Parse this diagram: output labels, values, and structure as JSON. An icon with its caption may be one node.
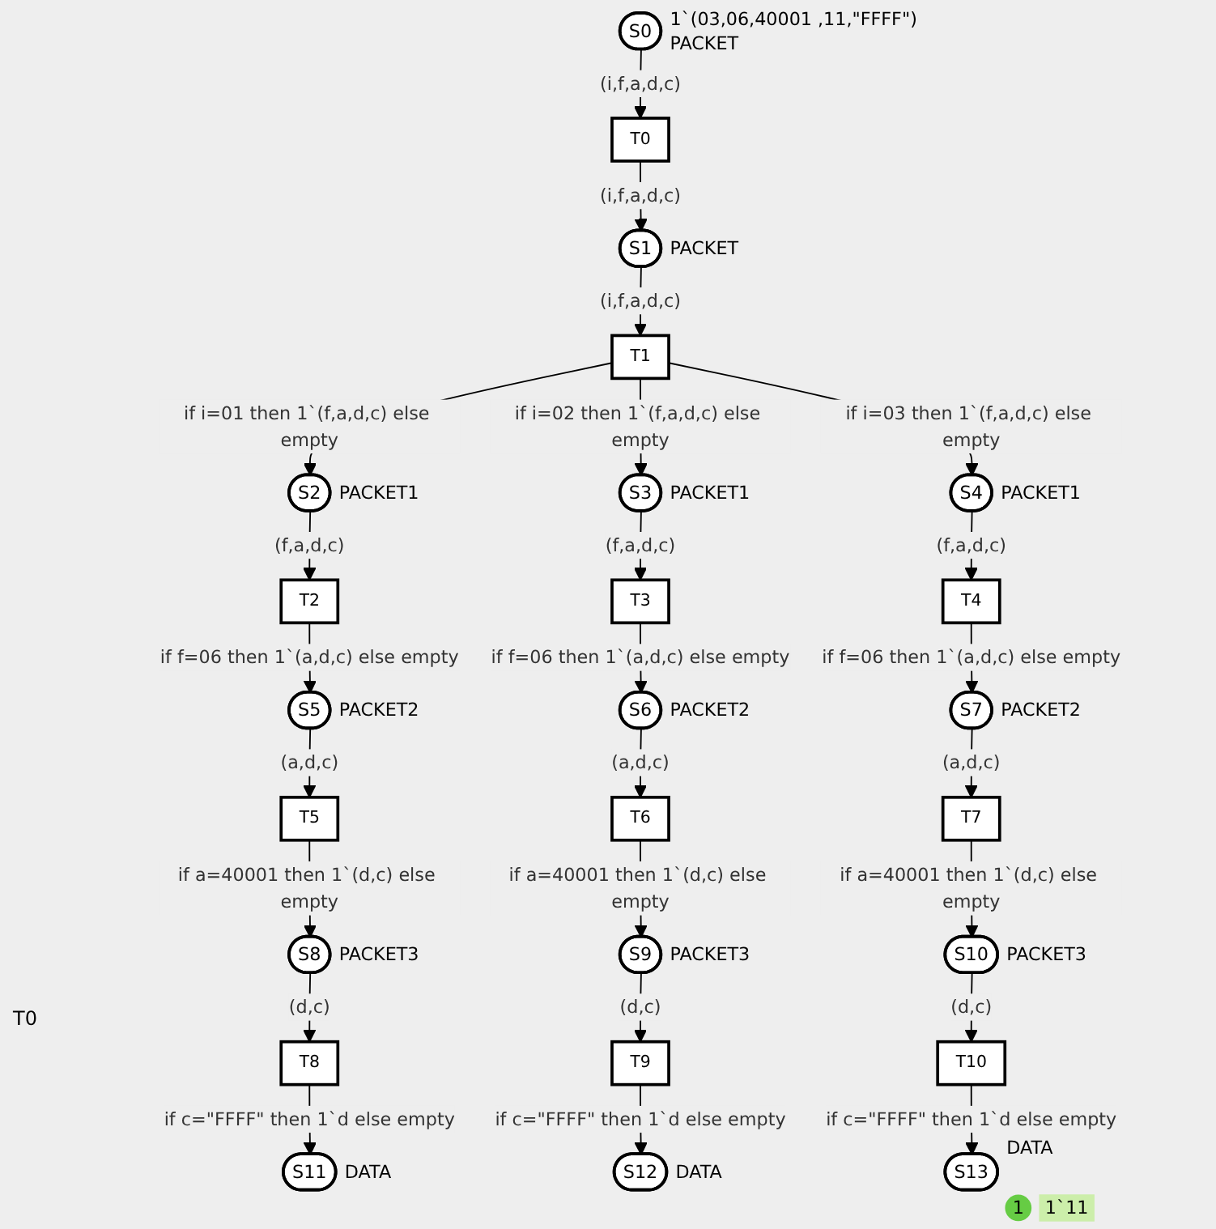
{
  "diagram": {
    "nodes": [
      {
        "text": [
          "S0"
        ],
        "beside": [
          "1`(03,06,40001 ,11,\"FFFF\")",
          "PACKET"
        ]
      },
      {
        "text": [
          "T0"
        ]
      },
      {
        "text": [
          "S1"
        ],
        "beside": [
          "PACKET"
        ]
      },
      {
        "text": [
          "T1"
        ]
      },
      {
        "text": [
          "S2"
        ],
        "beside": [
          "PACKET1"
        ]
      },
      {
        "text": [
          "S3"
        ],
        "beside": [
          "PACKET1"
        ]
      },
      {
        "text": [
          "S4"
        ],
        "beside": [
          "PACKET1"
        ]
      },
      {
        "text": [
          "T2"
        ]
      },
      {
        "text": [
          "T3"
        ]
      },
      {
        "text": [
          "T4"
        ]
      },
      {
        "text": [
          "S5"
        ],
        "beside": [
          "PACKET2"
        ]
      },
      {
        "text": [
          "S6"
        ],
        "beside": [
          "PACKET2"
        ]
      },
      {
        "text": [
          "S7"
        ],
        "beside": [
          "PACKET2"
        ]
      },
      {
        "text": [
          "T5"
        ]
      },
      {
        "text": [
          "T6"
        ]
      },
      {
        "text": [
          "T7"
        ]
      },
      {
        "text": [
          "S8"
        ],
        "beside": [
          "PACKET3"
        ]
      },
      {
        "text": [
          "S9"
        ],
        "beside": [
          "PACKET3"
        ]
      },
      {
        "text": [
          "S10"
        ],
        "beside": [
          "PACKET3"
        ]
      },
      {
        "text": [
          "T8"
        ]
      },
      {
        "text": [
          "T9"
        ]
      },
      {
        "text": [
          "T10"
        ]
      },
      {
        "text": [
          "S11"
        ],
        "beside": [
          "DATA"
        ]
      },
      {
        "text": [
          "S12"
        ],
        "beside": [
          "DATA"
        ]
      },
      {
        "text": [
          "S13"
        ],
        "beside": [
          "DATA",
          "1",
          "1`11"
        ]
      }
    ],
    "edges": [
      {
        "from": 0,
        "to": 1,
        "arrow": "to",
        "label": "(i,f,a,d,c)"
      },
      {
        "from": 1,
        "to": 2,
        "arrow": "to",
        "label": "(i,f,a,d,c)"
      },
      {
        "from": 2,
        "to": 3,
        "arrow": "to",
        "label": "(i,f,a,d,c)"
      },
      {
        "from": 3,
        "to": 4,
        "arrow": "to",
        "label": "if i=01 then 1`(f,a,d,c) else empty"
      },
      {
        "from": 3,
        "to": 5,
        "arrow": "to",
        "label": "if i=02 then 1`(f,a,d,c) else empty"
      },
      {
        "from": 3,
        "to": 6,
        "arrow": "to",
        "label": "if i=03 then 1`(f,a,d,c) else empty"
      },
      {
        "from": 4,
        "to": 7,
        "arrow": "to",
        "label": "(f,a,d,c)"
      },
      {
        "from": 5,
        "to": 8,
        "arrow": "to",
        "label": "(f,a,d,c)"
      },
      {
        "from": 6,
        "to": 9,
        "arrow": "to",
        "label": "(f,a,d,c)"
      },
      {
        "from": 7,
        "to": 10,
        "arrow": "to",
        "label": "if f=06 then 1`(a,d,c) else empty"
      },
      {
        "from": 8,
        "to": 11,
        "arrow": "to",
        "label": "if f=06 then 1`(a,d,c) else empty"
      },
      {
        "from": 9,
        "to": 12,
        "arrow": "to",
        "label": "if f=06 then 1`(a,d,c) else empty"
      },
      {
        "from": 10,
        "to": 13,
        "arrow": "to",
        "label": "(a,d,c)"
      },
      {
        "from": 11,
        "to": 14,
        "arrow": "to",
        "label": "(a,d,c)"
      },
      {
        "from": 12,
        "to": 15,
        "arrow": "to",
        "label": "(a,d,c)"
      },
      {
        "from": 13,
        "to": 16,
        "arrow": "to",
        "label": "if a=40001 then 1`(d,c) else empty"
      },
      {
        "from": 14,
        "to": 17,
        "arrow": "to",
        "label": "if a=40001 then 1`(d,c) else empty"
      },
      {
        "from": 15,
        "to": 18,
        "arrow": "to",
        "label": "if a=40001 then 1`(d,c) else empty"
      },
      {
        "from": 16,
        "to": 19,
        "arrow": "to",
        "label": "(d,c)"
      },
      {
        "from": 17,
        "to": 20,
        "arrow": "to",
        "label": "(d,c)"
      },
      {
        "from": 18,
        "to": 21,
        "arrow": "to",
        "label": "(d,c)"
      },
      {
        "from": 19,
        "to": 22,
        "arrow": "to",
        "label": "if c=\"FFFF\" then 1`d else empty"
      },
      {
        "from": 20,
        "to": 23,
        "arrow": "to",
        "label": "if c=\"FFFF\" then 1`d else empty"
      },
      {
        "from": 21,
        "to": 24,
        "arrow": "to",
        "label": "if c=\"FFFF\" then 1`d else empty"
      }
    ],
    "labels": [
      "T0"
    ]
  }
}
